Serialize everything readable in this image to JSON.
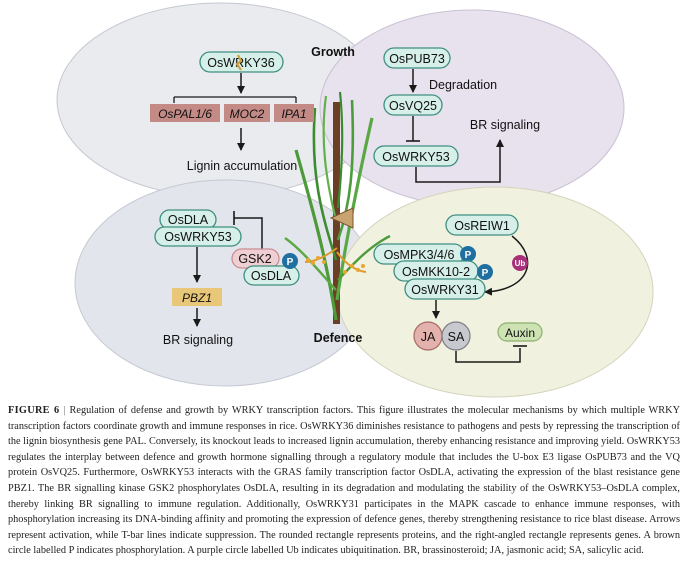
{
  "figure": {
    "section_labels": {
      "growth": "Growth",
      "defence": "Defence"
    },
    "top_left": {
      "gene_top": "OsWRKY36",
      "genes": [
        "OsPAL1/6",
        "MOC2",
        "IPA1"
      ],
      "outcome": "Lignin accumulation"
    },
    "top_right": {
      "proteins": [
        "OsPUB73",
        "OsVQ25",
        "OsWRKY53"
      ],
      "degradation": "Degradation",
      "outcome": "BR signaling"
    },
    "bottom_left": {
      "proteins": [
        "OsDLA",
        "OsWRKY53",
        "GSK2",
        "OsDLA"
      ],
      "gene": "PBZ1",
      "outcome": "BR signaling",
      "phospho": "P"
    },
    "bottom_right": {
      "proteins": [
        "OsREIW1",
        "OsMPK3/4/6",
        "OsMKK10-2",
        "OsWRKY31"
      ],
      "phospho": "P",
      "ubiquitin": "Ub",
      "hormones": [
        "JA",
        "SA",
        "Auxin"
      ]
    },
    "colors": {
      "protein_fill": "#d6efe9",
      "protein_stroke": "#3f8f80",
      "gene_fill": "#c48a86",
      "gene_yellow": "#e8c878",
      "phospho": "#1f6fa0",
      "ubiquitin": "#a8307a",
      "top_left_bg": "#e9ebef",
      "top_right_bg": "#e8e1ee",
      "bottom_left_bg": "#e3e5ec",
      "bottom_right_bg": "#f1f1df",
      "ja": "#e3b2ac",
      "sa": "#c8c8cf",
      "auxin": "#cde3b4"
    },
    "icons": [
      "rice-plant-icon",
      "gene-break-icon"
    ]
  },
  "caption": {
    "label": "FIGURE 6",
    "separator": "|",
    "text": "Regulation of defense and growth by WRKY transcription factors. This figure illustrates the molecular mechanisms by which multiple WRKY transcription factors coordinate growth and immune responses in rice. OsWRKY36 diminishes resistance to pathogens and pests by repressing the transcription of the lignin biosynthesis gene PAL. Conversely, its knockout leads to increased lignin accumulation, thereby enhancing resistance and improving yield. OsWRKY53 regulates the interplay between defence and growth hormone signalling through a regulatory module that includes the U-box E3 ligase OsPUB73 and the VQ protein OsVQ25. Furthermore, OsWRKY53 interacts with the GRAS family transcription factor OsDLA, activating the expression of the blast resistance gene PBZ1. The BR signalling kinase GSK2 phosphorylates OsDLA, resulting in its degradation and modulating the stability of the OsWRKY53–OsDLA complex, thereby linking BR signalling to immune regulation. Additionally, OsWRKY31 participates in the MAPK cascade to enhance immune responses, with phosphorylation increasing its DNA-binding affinity and promoting the expression of defence genes, thereby strengthening resistance to rice blast disease. Arrows represent activation, while T-bar lines indicate suppression. The rounded rectangle represents proteins, and the right-angled rectangle represents genes. A brown circle labelled P indicates phosphorylation. A purple circle labelled Ub indicates ubiquitination. BR, brassinosteroid; JA, jasmonic acid; SA, salicylic acid."
  }
}
